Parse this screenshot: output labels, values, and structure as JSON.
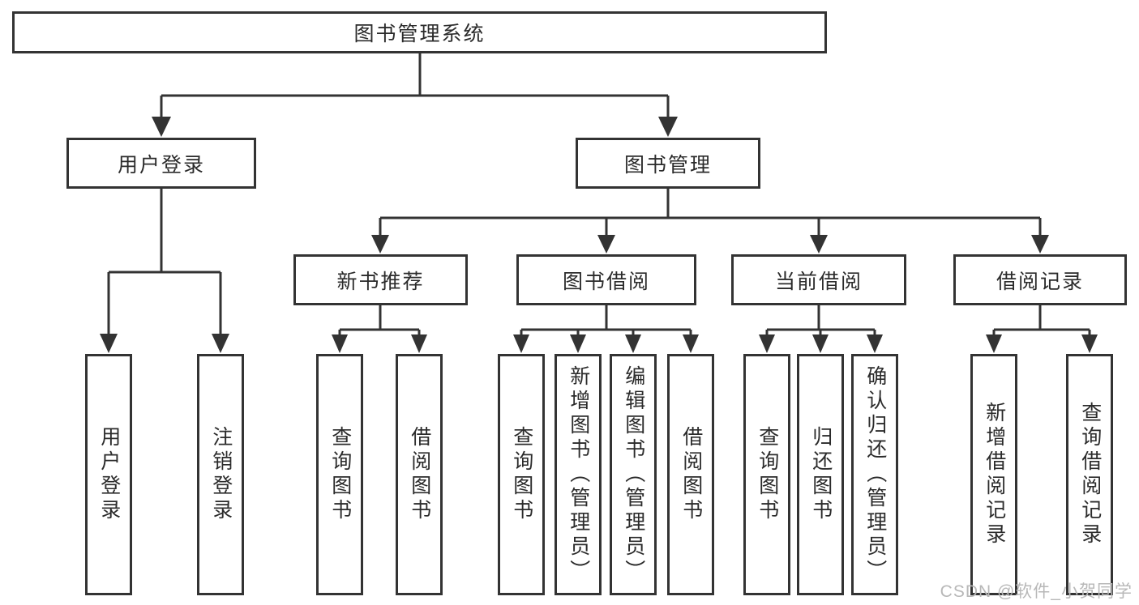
{
  "colors": {
    "line": "#333333",
    "text": "#2b2b2b",
    "box_bg": "#ffffff",
    "watermark": "#b8b8b8"
  },
  "tree": {
    "label": "图书管理系统",
    "children": [
      {
        "label": "用户登录",
        "children": [
          {
            "label": "用户登录"
          },
          {
            "label": "注销登录"
          }
        ]
      },
      {
        "label": "图书管理",
        "children": [
          {
            "label": "新书推荐",
            "children": [
              {
                "label": "查询图书"
              },
              {
                "label": "借阅图书"
              }
            ]
          },
          {
            "label": "图书借阅",
            "children": [
              {
                "label": "查询图书"
              },
              {
                "label": "新增图书（管理员）"
              },
              {
                "label": "编辑图书（管理员）"
              },
              {
                "label": "借阅图书"
              }
            ]
          },
          {
            "label": "当前借阅",
            "children": [
              {
                "label": "查询图书"
              },
              {
                "label": "归还图书"
              },
              {
                "label": "确认归还（管理员）"
              }
            ]
          },
          {
            "label": "借阅记录",
            "children": [
              {
                "label": "新增借阅记录"
              },
              {
                "label": "查询借阅记录"
              }
            ]
          }
        ]
      }
    ]
  },
  "watermark": "CSDN @软件_小贺同学"
}
